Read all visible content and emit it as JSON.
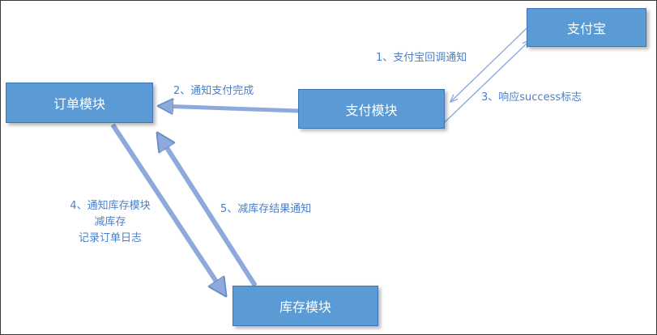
{
  "colors": {
    "node_fill": "#5b9bd5",
    "arrow": "#8ea9db",
    "arrow_edge": "#6a8cc7",
    "label_text": "#4a7fc8"
  },
  "nodes": {
    "alipay": "支付宝",
    "order": "订单模块",
    "payment": "支付模块",
    "inventory": "库存模块"
  },
  "edges": {
    "alipay_callback": "1、支付宝回调通知",
    "notify_payment_done": "2、通知支付完成",
    "respond_success": "3、响应success标志",
    "notify_inventory": [
      "4、通知库存模块",
      "减库存",
      "记录订单日志"
    ],
    "deduct_result": "5、减库存结果通知"
  }
}
